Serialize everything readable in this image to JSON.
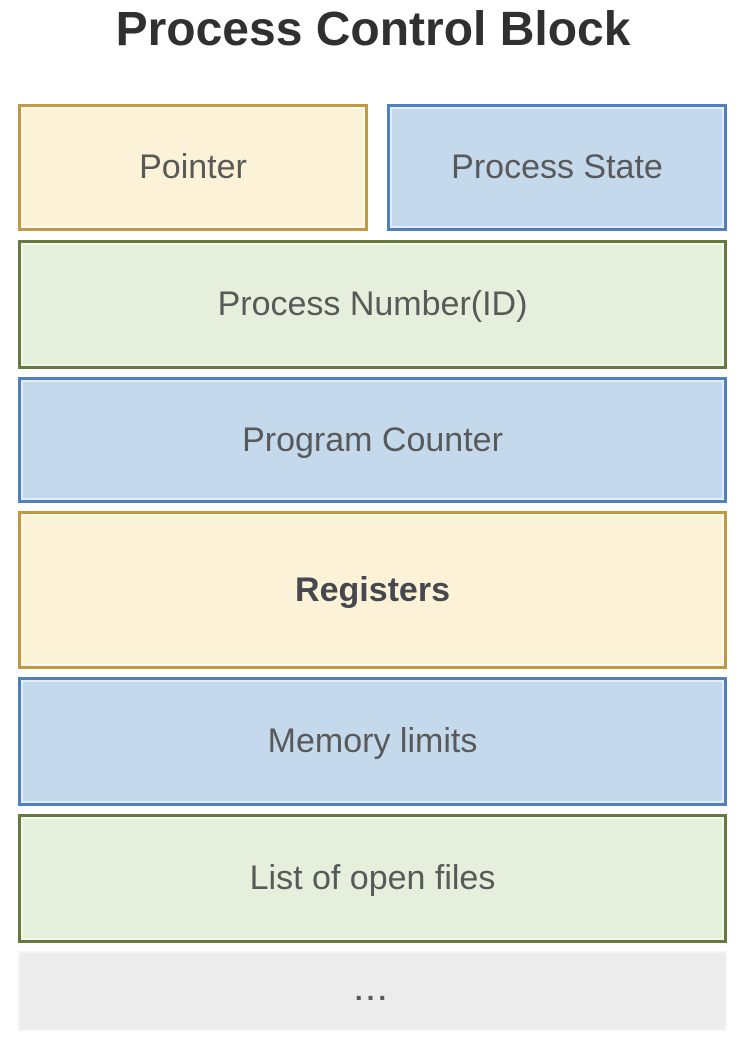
{
  "title": "Process Control Block",
  "boxes": {
    "pointer": {
      "label": "Pointer",
      "fill": "#fbf2d7",
      "border": "#c09a43"
    },
    "process_state": {
      "label": "Process State",
      "fill": "#c5d9ec",
      "border": "#4f81bd"
    },
    "process_number": {
      "label": "Process Number(ID)",
      "fill": "#e5efdb",
      "border": "#66793f"
    },
    "program_counter": {
      "label": "Program Counter",
      "fill": "#c5d9ec",
      "border": "#4f81bd"
    },
    "registers": {
      "label": "Registers",
      "fill": "#fbf2d7",
      "border": "#c09a43"
    },
    "memory_limits": {
      "label": "Memory limits",
      "fill": "#c5d9ec",
      "border": "#4f81bd"
    },
    "open_files": {
      "label": "List of open files",
      "fill": "#e5efdb",
      "border": "#66793f"
    },
    "ellipsis": {
      "label": "...",
      "fill": "#ececec",
      "border": "#f4f4f4"
    }
  },
  "colors": {
    "label_text": "#595959",
    "title_text": "#303030",
    "registers_text": "#47474f"
  }
}
